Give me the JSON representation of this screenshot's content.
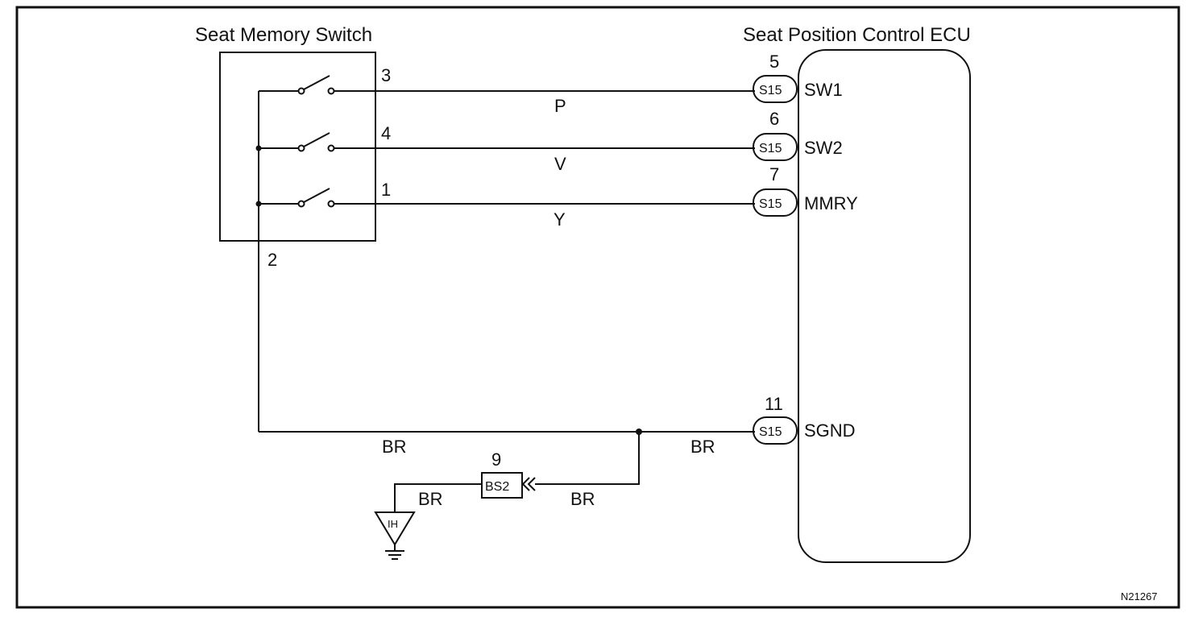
{
  "components": {
    "switch_title": "Seat Memory Switch",
    "ecu_title": "Seat Position Control ECU"
  },
  "switch_pins": {
    "sw1": "3",
    "sw2": "4",
    "mmry": "1",
    "gnd": "2"
  },
  "ecu_pins": [
    {
      "pin": "5",
      "connector": "S15",
      "signal": "SW1"
    },
    {
      "pin": "6",
      "connector": "S15",
      "signal": "SW2"
    },
    {
      "pin": "7",
      "connector": "S15",
      "signal": "MMRY"
    },
    {
      "pin": "11",
      "connector": "S15",
      "signal": "SGND"
    }
  ],
  "wire_colors": {
    "sw1": "P",
    "sw2": "V",
    "mmry": "Y",
    "gnd_left": "BR",
    "gnd_right": "BR",
    "ground_branch": "BR",
    "ground_lead": "BR"
  },
  "ground_connector": {
    "pin": "9",
    "label": "BS2"
  },
  "ground_point": "IH",
  "reference_code": "N21267"
}
